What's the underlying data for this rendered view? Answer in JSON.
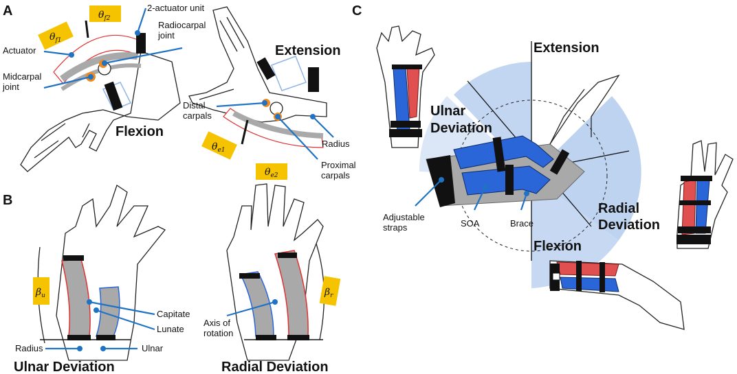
{
  "panels": {
    "a": "A",
    "b": "B",
    "c": "C"
  },
  "panel_a": {
    "two_actuator_unit": "2-actuator unit",
    "radiocarpal_joint": [
      "Radiocarpal",
      "joint"
    ],
    "actuator": "Actuator",
    "midcarpal_joint": [
      "Midcarpal",
      "joint"
    ],
    "flexion_title": "Flexion",
    "extension_title": "Extension",
    "distal_carpals": [
      "Distal",
      "carpals"
    ],
    "radius": "Radius",
    "proximal_carpals": [
      "Proximal",
      "carpals"
    ],
    "angle_tags": {
      "f1": {
        "sym": "θ",
        "sub": "f1"
      },
      "f2": {
        "sym": "θ",
        "sub": "f2"
      },
      "e1": {
        "sym": "θ",
        "sub": "e1"
      },
      "e2": {
        "sym": "θ",
        "sub": "e2"
      }
    }
  },
  "panel_b": {
    "capitate": "Capitate",
    "lunate": "Lunate",
    "radius": "Radius",
    "ulnar": "Ulnar",
    "axis_of_rotation": [
      "Axis of",
      "rotation"
    ],
    "ulnar_deviation_title": "Ulnar Deviation",
    "radial_deviation_title": "Radial Deviation",
    "angle_tags": {
      "u": {
        "sym": "β",
        "sub": "u"
      },
      "r": {
        "sym": "β",
        "sub": "r"
      }
    }
  },
  "panel_c": {
    "extension": "Extension",
    "ulnar_deviation": [
      "Ulnar",
      "Deviation"
    ],
    "radial_deviation": [
      "Radial",
      "Deviation"
    ],
    "flexion": "Flexion",
    "adjustable_straps": [
      "Adjustable",
      "straps"
    ],
    "soa": "SOA",
    "brace": "Brace"
  },
  "colors": {
    "tag_yellow": "#f5c300",
    "leader_blue": "#1f72c4",
    "actuator_red": "#e03030",
    "actuator_blue": "#2a66d8",
    "brace_gray": "#a9a9a9",
    "bone_orange": "#f08a1c",
    "sector_blue": "#8fb4e6"
  }
}
